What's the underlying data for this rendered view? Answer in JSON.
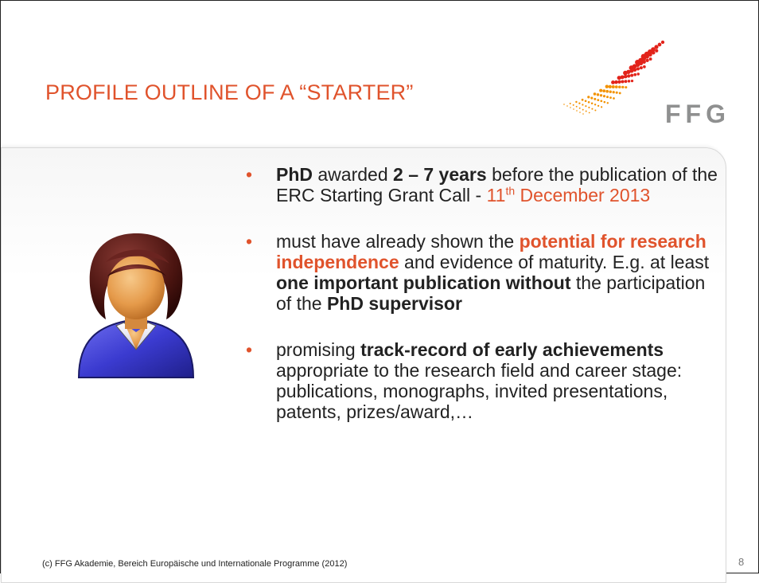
{
  "title": "PROFILE OUTLINE OF A “STARTER”",
  "logo": {
    "text": "FFG"
  },
  "bullets": [
    {
      "parts": [
        {
          "t": "PhD",
          "b": true
        },
        {
          "t": " awarded "
        },
        {
          "t": "2 – 7 years",
          "b": true
        },
        {
          "t": " before the publication of the ERC Starting Grant Call - "
        },
        {
          "t": "11",
          "c": "accent"
        },
        {
          "t": "th",
          "c": "accent",
          "sup": true
        },
        {
          "t": " December 2013",
          "c": "accent"
        }
      ]
    },
    {
      "parts": [
        {
          "t": "must have already shown the "
        },
        {
          "t": "potential for research independence",
          "b": true,
          "c": "accent"
        },
        {
          "t": " and evidence of maturity.  E.g. at least "
        },
        {
          "t": "one important publication without",
          "b": true
        },
        {
          "t": " the participation of the "
        },
        {
          "t": "PhD supervisor",
          "b": true
        }
      ]
    },
    {
      "parts": [
        {
          "t": "promising "
        },
        {
          "t": "track-record of early achievements",
          "b": true
        },
        {
          "t": " appropriate to the   research field and career stage: publications, monographs, invited presentations, patents, prizes/award,…"
        }
      ]
    }
  ],
  "footer": "(c) FFG Akademie, Bereich Europäische und Internationale Programme (2012)",
  "page_number": "8",
  "colors": {
    "accent": "#e0532c",
    "logo_grey": "#8f9090",
    "logo_red": "#e2231a",
    "logo_orange": "#f39200"
  }
}
